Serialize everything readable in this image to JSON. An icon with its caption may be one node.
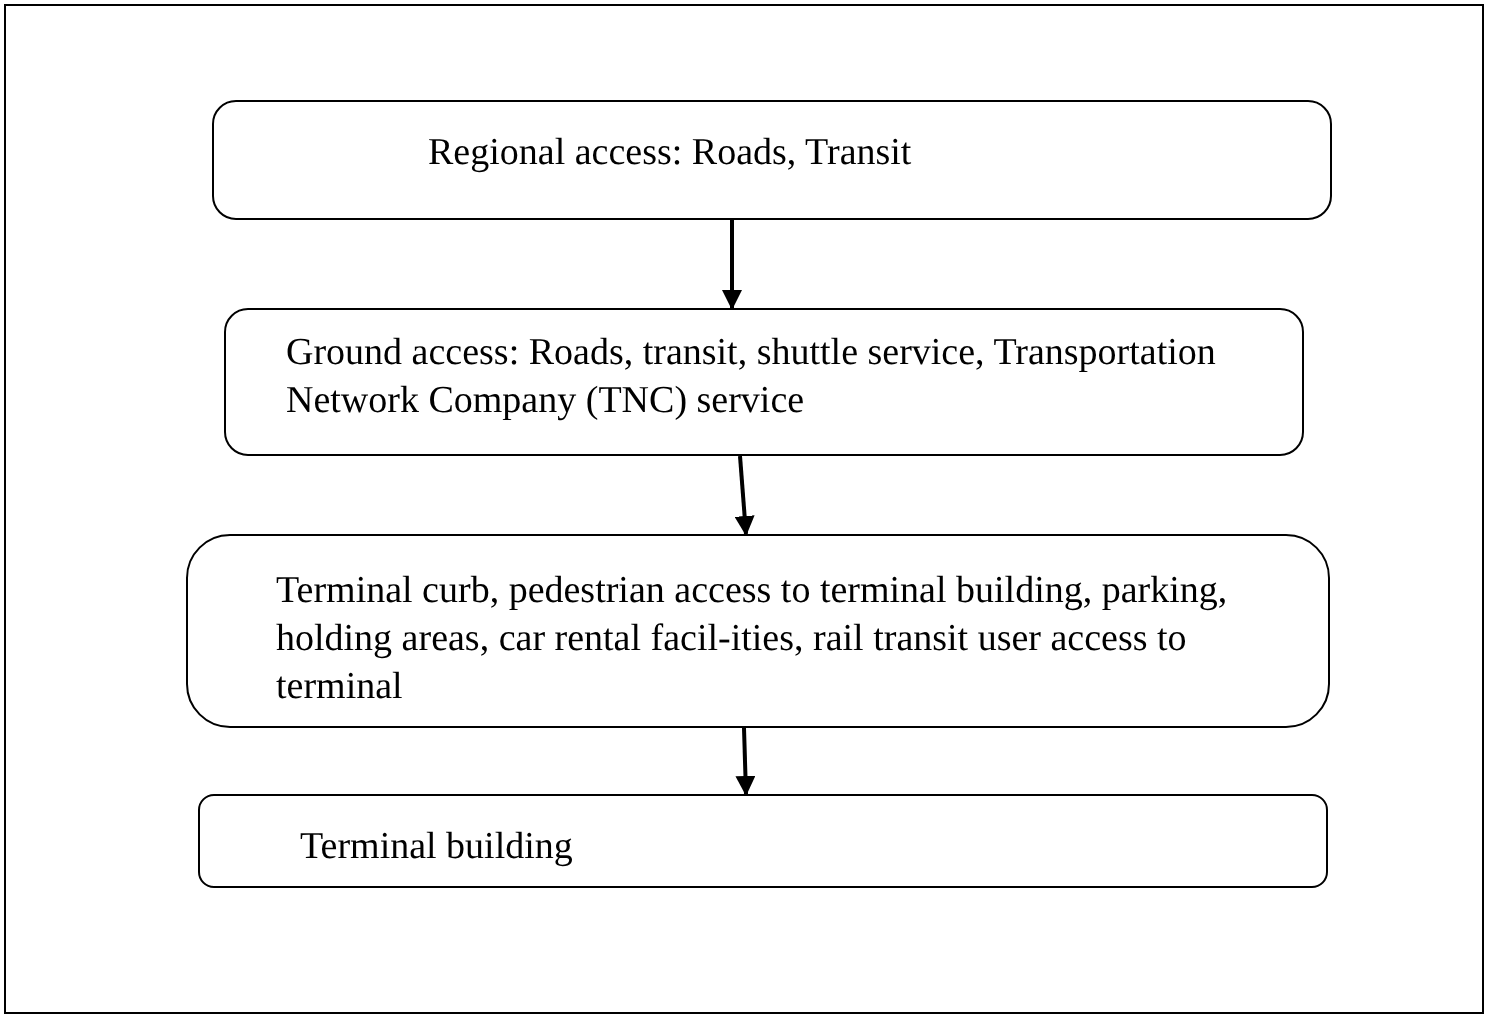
{
  "diagram": {
    "nodes": [
      {
        "text": [
          "Regional access: Roads, Transit"
        ]
      },
      {
        "text": [
          "Ground access: Roads, transit, shuttle service, Transportation Network Company (TNC) service"
        ]
      },
      {
        "text": [
          "Terminal curb, pedestrian access to terminal building, parking, holding areas, car rental facil-ities, rail transit user access to terminal"
        ]
      },
      {
        "text": [
          "Terminal building"
        ]
      }
    ],
    "edges": [
      {
        "from": 0,
        "to": 1,
        "arrow": "to"
      },
      {
        "from": 1,
        "to": 2,
        "arrow": "to"
      },
      {
        "from": 2,
        "to": 3,
        "arrow": "to"
      }
    ]
  }
}
